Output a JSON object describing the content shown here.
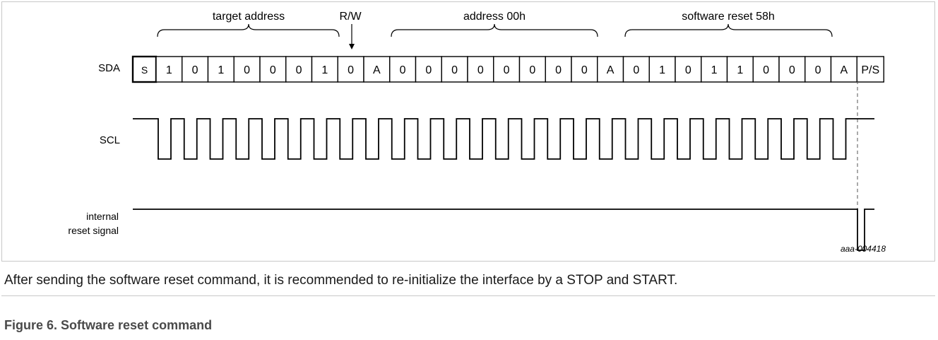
{
  "diagram": {
    "bracket_labels": {
      "target_address": "target address",
      "rw": "R/W",
      "address": "address 00h",
      "reset": "software reset 58h"
    },
    "signal_labels": {
      "sda": "SDA",
      "scl": "SCL",
      "reset_line1": "internal",
      "reset_line2": "reset signal"
    },
    "sda_cells": [
      "S",
      "1",
      "0",
      "1",
      "0",
      "0",
      "0",
      "1",
      "0",
      "A",
      "0",
      "0",
      "0",
      "0",
      "0",
      "0",
      "0",
      "0",
      "A",
      "0",
      "1",
      "0",
      "1",
      "1",
      "0",
      "0",
      "0",
      "A",
      "P/S"
    ],
    "figure_id": "aaa-004418"
  },
  "caption": "After sending the software reset command, it is recommended to re-initialize the interface by a STOP and START.",
  "figure_title": "Figure 6. Software reset command"
}
